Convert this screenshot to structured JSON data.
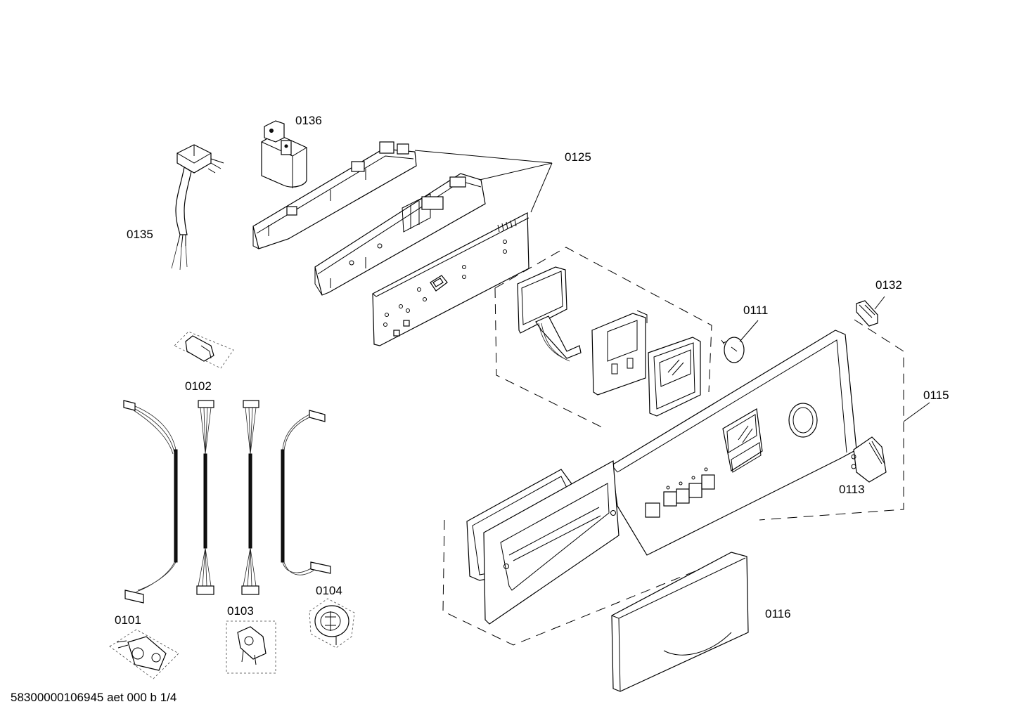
{
  "labels": {
    "p0136": "0136",
    "p0125": "0125",
    "p0135": "0135",
    "p0132": "0132",
    "p0111": "0111",
    "p0115": "0115",
    "p0113": "0113",
    "p0102": "0102",
    "p0104": "0104",
    "p0101": "0101",
    "p0103": "0103",
    "p0116": "0116"
  },
  "footer": "58300000106945 aet 000 b 1/4"
}
